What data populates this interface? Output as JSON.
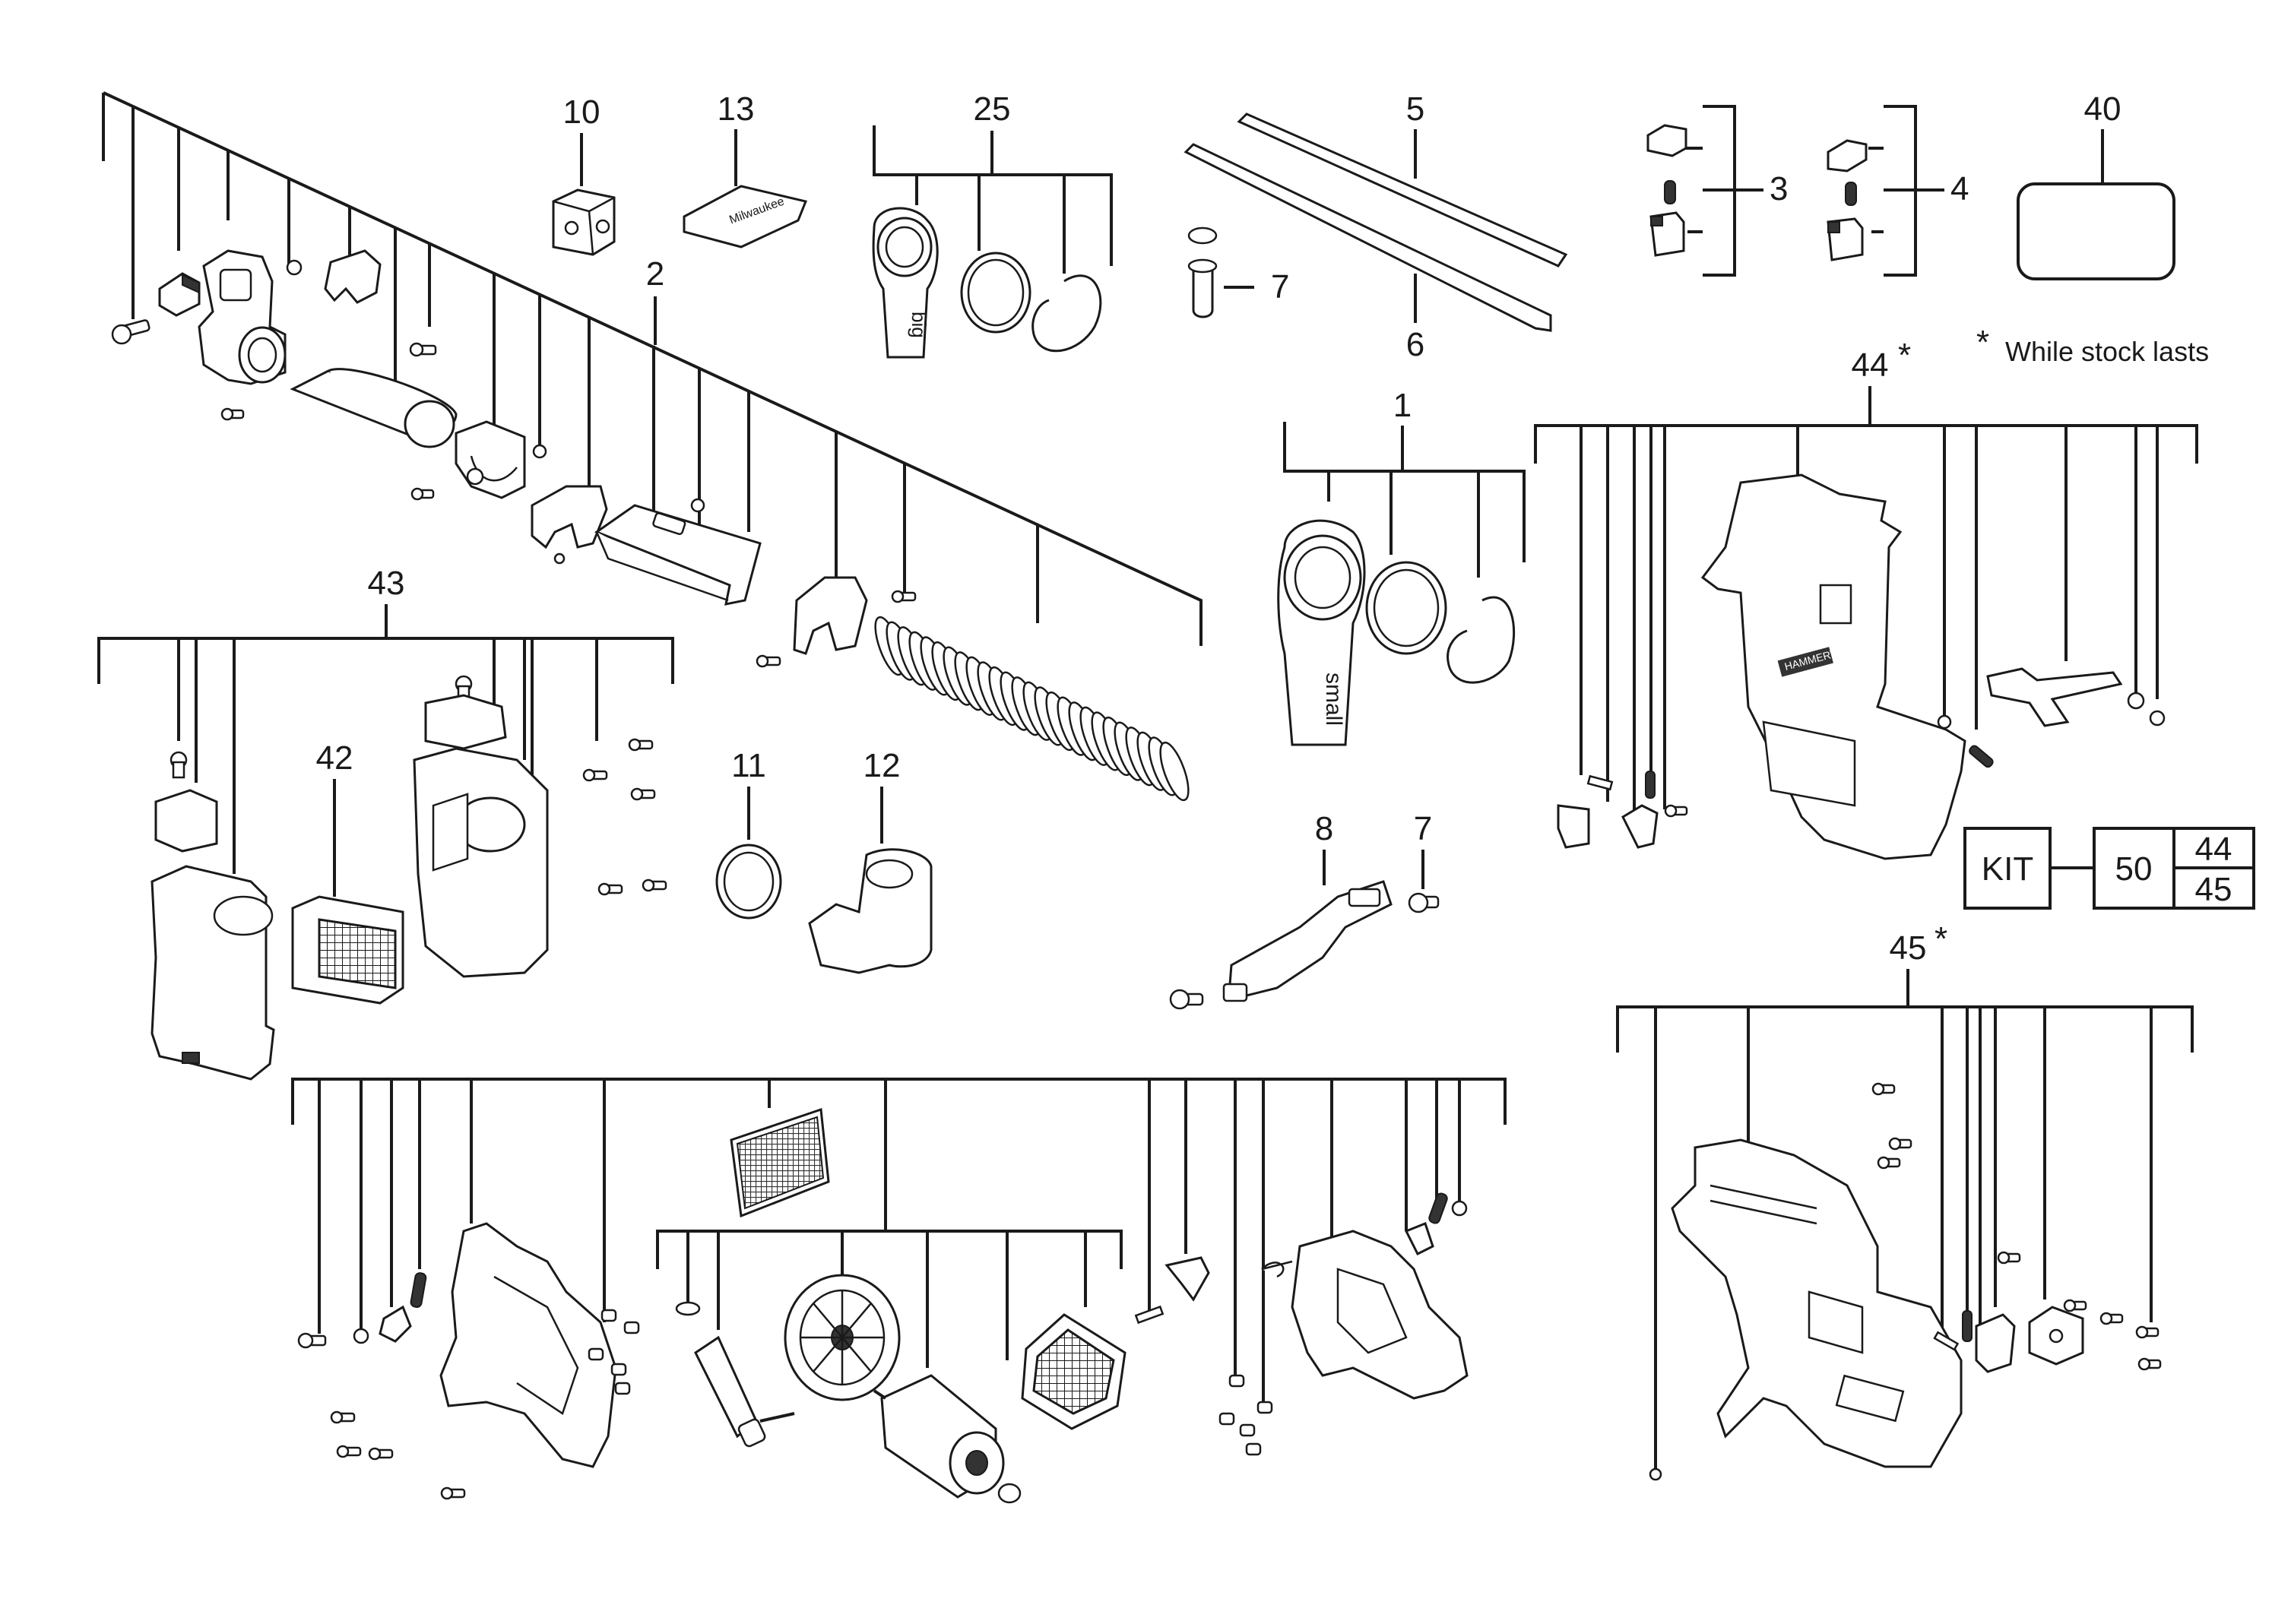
{
  "callouts": {
    "p1": "1",
    "p2": "2",
    "p3": "3",
    "p4": "4",
    "p5": "5",
    "p6": "6",
    "p7a": "7",
    "p7b": "7",
    "p8": "8",
    "p10": "10",
    "p11": "11",
    "p12": "12",
    "p13": "13",
    "p25": "25",
    "p40": "40",
    "p42": "42",
    "p43": "43",
    "p44": "44",
    "p45": "45"
  },
  "asterisks": {
    "a44": "*",
    "a45": "*",
    "note_star": "*"
  },
  "note": "While stock lasts",
  "part_labels": {
    "big": "big",
    "small": "small",
    "hammervac": "HAMMERVAC",
    "milwaukee": "Milwaukee"
  },
  "kit": {
    "label": "KIT",
    "number": "50",
    "contains": [
      "44",
      "45"
    ]
  },
  "icons": [
    "screw-icon",
    "spring-icon",
    "o-ring-icon",
    "filter-icon",
    "motor-icon",
    "fan-icon",
    "hose-icon"
  ]
}
